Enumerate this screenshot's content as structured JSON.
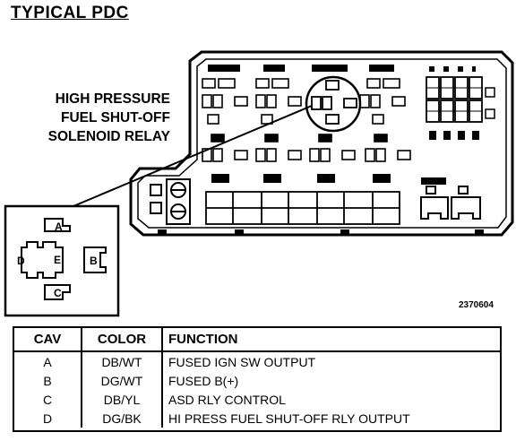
{
  "title": "TYPICAL PDC",
  "callout": {
    "lines": [
      "HIGH PRESSURE",
      "FUEL SHUT-OFF",
      "SOLENOID RELAY"
    ]
  },
  "connector": {
    "pins": [
      "A",
      "B",
      "C",
      "D",
      "E"
    ]
  },
  "figure_number": "2370604",
  "table": {
    "headers": [
      "CAV",
      "COLOR",
      "FUNCTION"
    ],
    "rows": [
      {
        "cav": "A",
        "color": "DB/WT",
        "function": "FUSED IGN SW OUTPUT"
      },
      {
        "cav": "B",
        "color": "DG/WT",
        "function": "FUSED B(+)"
      },
      {
        "cav": "C",
        "color": "DB/YL",
        "function": "ASD RLY CONTROL"
      },
      {
        "cav": "D",
        "color": "DG/BK",
        "function": "HI PRESS FUEL SHUT-OFF RLY OUTPUT"
      }
    ]
  }
}
